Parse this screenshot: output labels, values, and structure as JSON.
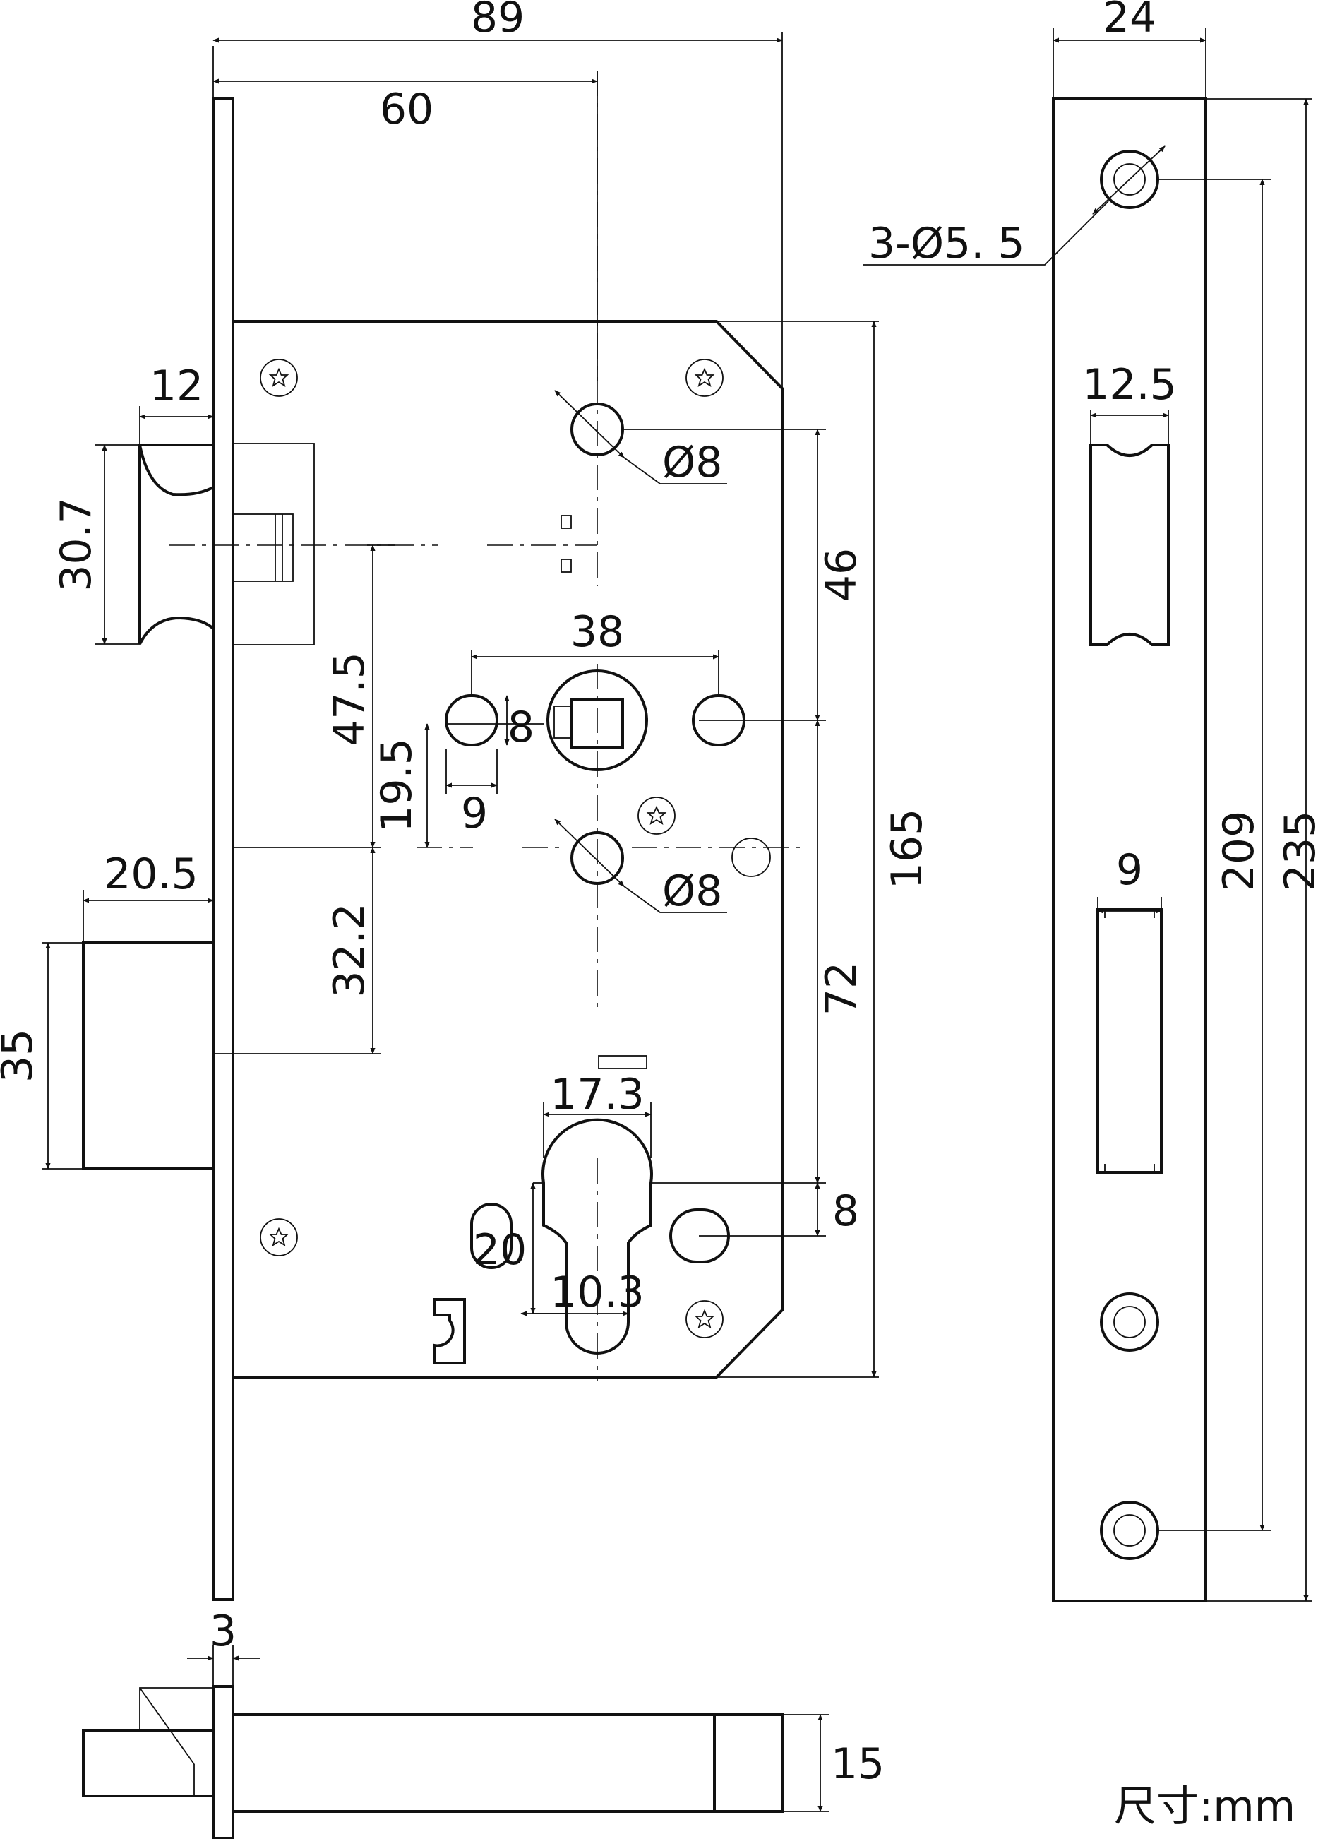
{
  "front": {
    "dim_total_width": "89",
    "dim_backset": "60",
    "dim_latch_proj": "12",
    "dim_latch_height": "30.7",
    "dim_latch_to_handle": "47.5",
    "dim_hole_offset": "19.5",
    "dim_bolt_proj": "20.5",
    "dim_handle_to_bolt": "32.2",
    "dim_bolt_height": "35",
    "dim_hole_dia_top": "Ø8",
    "dim_hole_dia_mid": "Ø8",
    "dim_spindle_spacing": "38",
    "dim_slot_width": "9",
    "dim_slot_height": "8",
    "dim_handle_to_top": "46",
    "dim_handle_to_cyl": "72",
    "dim_case_height": "165",
    "dim_cyl_dia": "17.3",
    "dim_cyl_length": "20",
    "dim_cyl_width": "10.3",
    "dim_cyl_offset": "8"
  },
  "strike": {
    "dim_width": "24",
    "dim_holes": "3-Ø5. 5",
    "dim_latch_window": "12.5",
    "dim_bolt_window": "9",
    "dim_hole_spacing": "209",
    "dim_length": "235"
  },
  "side": {
    "dim_plate": "3",
    "dim_depth": "15"
  },
  "units_label": "尺寸:mm"
}
